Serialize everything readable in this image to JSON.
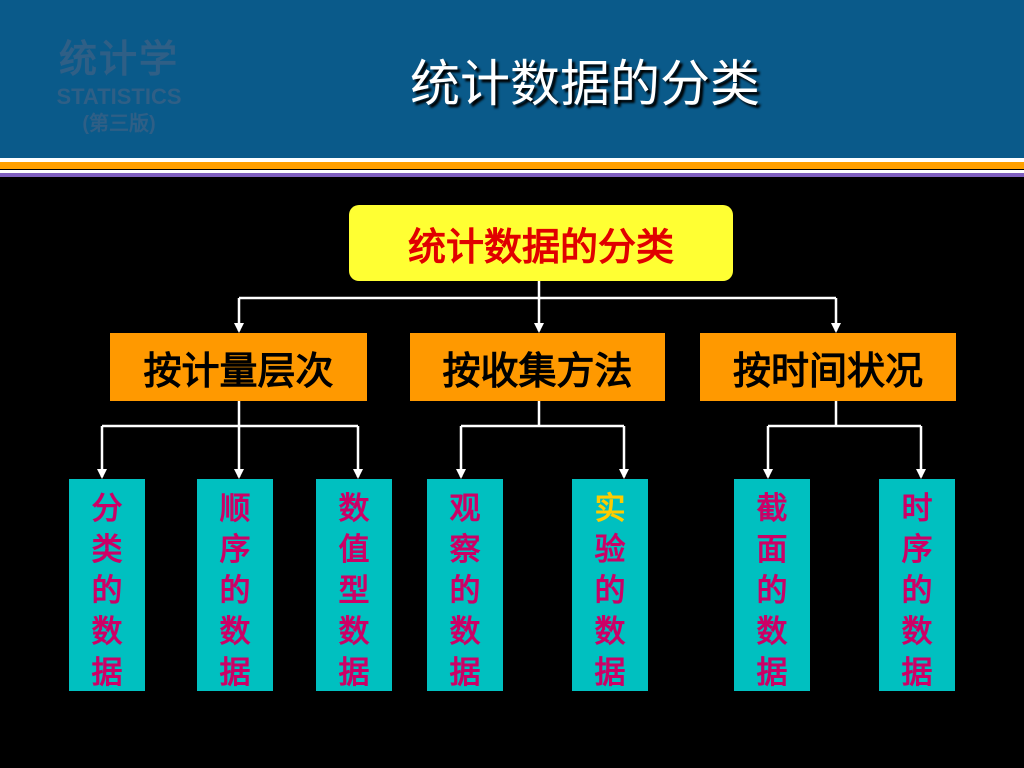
{
  "header": {
    "logo": {
      "line1": "统计学",
      "line2": "STATISTICS",
      "line3": "(第三版)"
    },
    "title": "统计数据的分类"
  },
  "diagram": {
    "root": "统计数据的分类",
    "categories": [
      "按计量层次",
      "按收集方法",
      "按时间状况"
    ],
    "leaves": [
      {
        "chars": [
          "分",
          "类",
          "的",
          "数",
          "据"
        ]
      },
      {
        "chars": [
          "顺",
          "序",
          "的",
          "数",
          "据"
        ]
      },
      {
        "chars": [
          "数",
          "值",
          "型",
          "数",
          "据"
        ]
      },
      {
        "chars": [
          "观",
          "察",
          "的",
          "数",
          "据"
        ]
      },
      {
        "chars": [
          "实",
          "验",
          "的",
          "数",
          "据"
        ]
      },
      {
        "chars": [
          "截",
          "面",
          "的",
          "数",
          "据"
        ]
      },
      {
        "chars": [
          "时",
          "序",
          "的",
          "数",
          "据"
        ]
      }
    ]
  },
  "colors": {
    "header_bg": "#0a5a8a",
    "root_bg": "#ffff33",
    "root_text": "#e00000",
    "category_bg": "#ff9900",
    "leaf_bg": "#00c0c0",
    "leaf_text": "#cc0066",
    "highlight_text": "#ffcc00"
  }
}
